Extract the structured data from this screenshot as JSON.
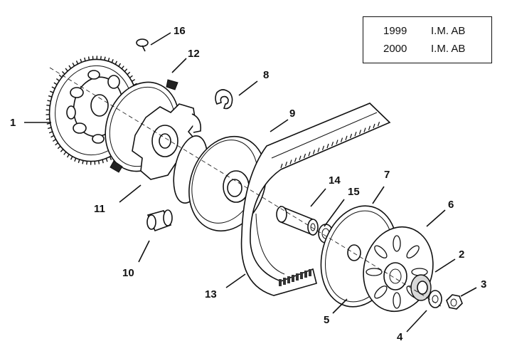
{
  "revision_table": [
    {
      "year": "1999",
      "code": "I.M. AB"
    },
    {
      "year": "2000",
      "code": "I.M. AB"
    }
  ],
  "callouts": [
    "1",
    "2",
    "3",
    "4",
    "5",
    "6",
    "7",
    "8",
    "9",
    "10",
    "11",
    "12",
    "13",
    "14",
    "15",
    "16"
  ]
}
